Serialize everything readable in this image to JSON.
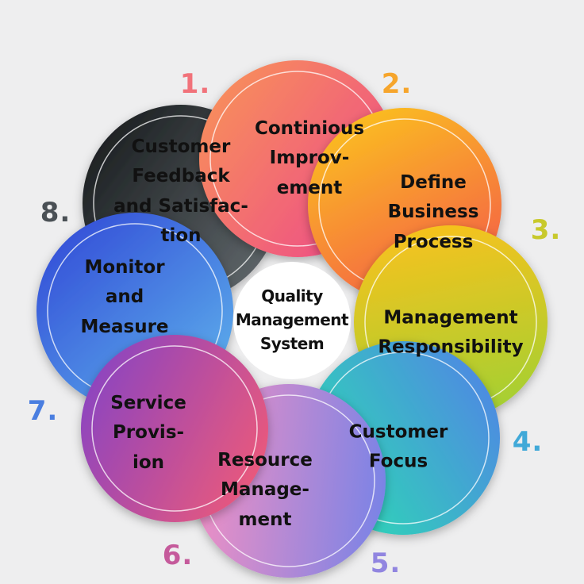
{
  "center": {
    "title": "Quality\nManagement\nSystem"
  },
  "steps": [
    {
      "number": "1.",
      "label": "Continious\nImprov-\nement",
      "color_a": "#f78a5e",
      "color_b": "#ee4f86",
      "number_color": "#f1727a"
    },
    {
      "number": "2.",
      "label": "Define\nBusiness\nProcess",
      "color_a": "#fbc21f",
      "color_b": "#f45c48",
      "number_color": "#f6a52c"
    },
    {
      "number": "3.",
      "label": "Management\nResponsibility",
      "color_a": "#f6c21e",
      "color_b": "#a3d032",
      "number_color": "#c8c92c"
    },
    {
      "number": "4.",
      "label": "Customer\nFocus",
      "color_a": "#2fd3b8",
      "color_b": "#4d8de0",
      "number_color": "#41a9d8"
    },
    {
      "number": "5.",
      "label": "Resource\nManage-\nment",
      "color_a": "#f190c3",
      "color_b": "#7a83e6",
      "number_color": "#9185e0"
    },
    {
      "number": "6.",
      "label": "Service\nProvis-\nion",
      "color_a": "#8c44c0",
      "color_b": "#ef5a78",
      "number_color": "#c55a9b"
    },
    {
      "number": "7.",
      "label": "Monitor\nand\nMeasure",
      "color_a": "#3450d8",
      "color_b": "#5aa8ea",
      "number_color": "#4a7ee0"
    },
    {
      "number": "8.",
      "label": "Customer\nFeedback\nand Satisfac-\ntion",
      "color_a": "#1f2325",
      "color_b": "#5b6266",
      "number_color": "#4a5055"
    }
  ]
}
